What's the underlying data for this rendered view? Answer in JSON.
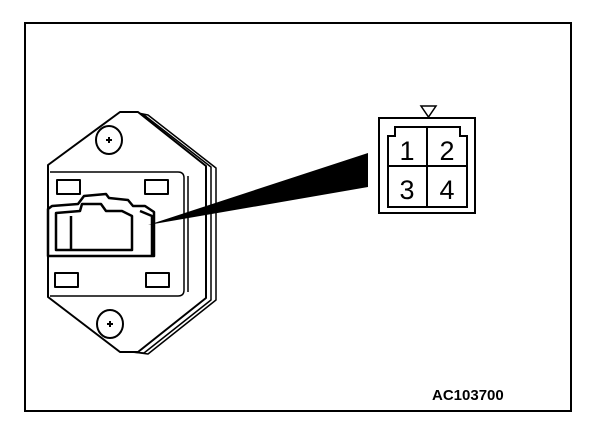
{
  "figure_id": "AC103700",
  "connector": {
    "pins": [
      "1",
      "2",
      "3",
      "4"
    ]
  },
  "colors": {
    "line": "#000000",
    "background": "#ffffff"
  }
}
